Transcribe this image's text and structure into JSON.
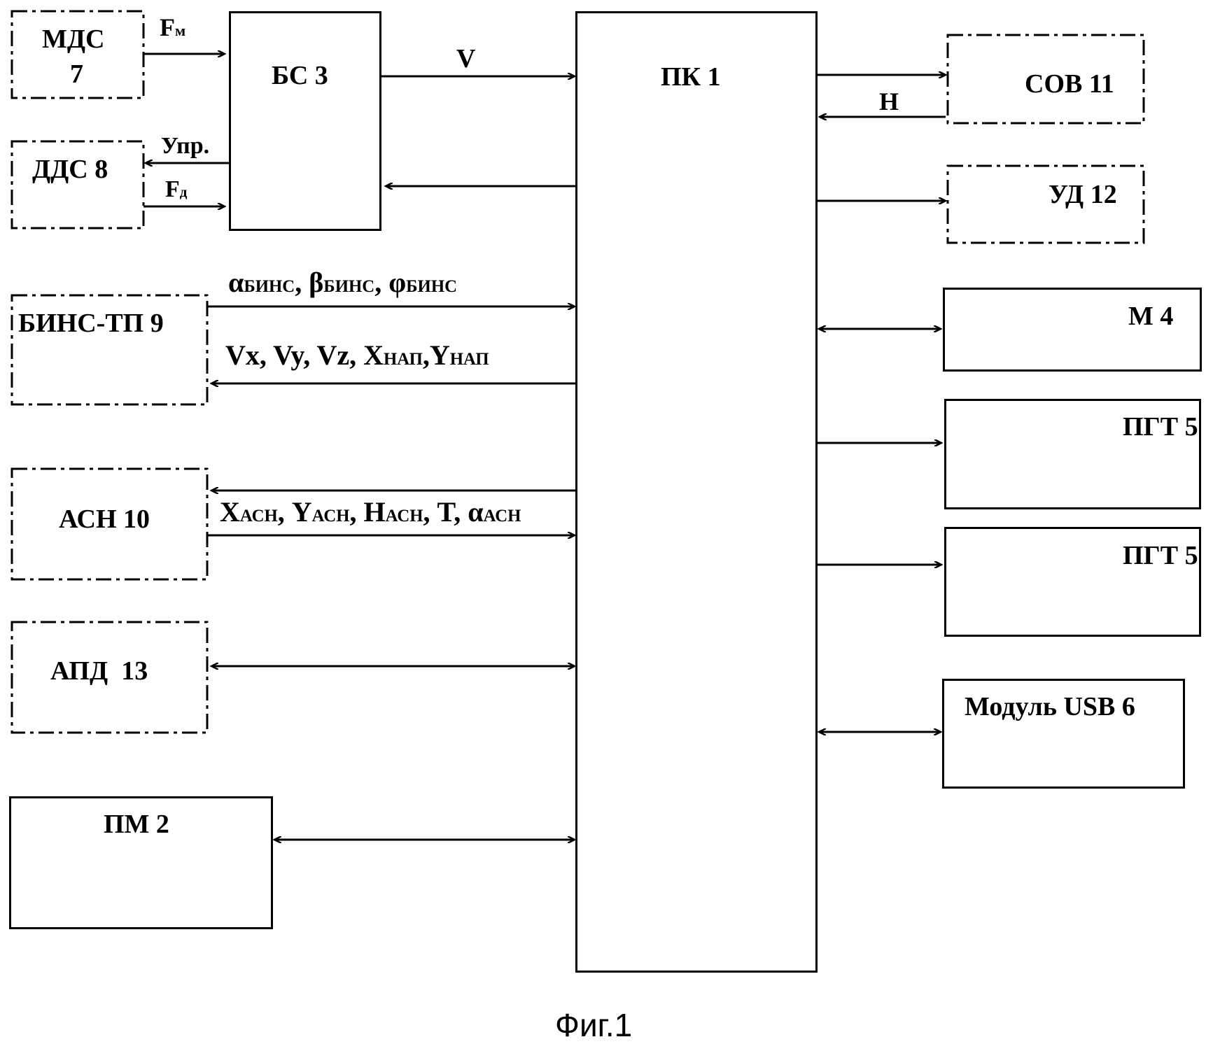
{
  "blocks": {
    "mds": {
      "line1": "МДС",
      "line2": "7"
    },
    "bs": "БС 3",
    "dds": "ДДС 8",
    "pk": "ПК 1",
    "sov": "СОВ 11",
    "ud": "УД 12",
    "bins": "БИНС-ТП 9",
    "m": "М 4",
    "pgt_a": "ПГТ 5",
    "pgt_b": "ПГТ 5",
    "asn": "АСН 10",
    "apd": "АПД  13",
    "usb": "Модуль USB 6",
    "pm": "ПМ 2"
  },
  "signals": {
    "fm": {
      "main": "F",
      "sub": "м"
    },
    "v": "V",
    "upr": "Упр.",
    "fd": {
      "main": "F",
      "sub": "д"
    },
    "h": "Н",
    "bins_angles": [
      {
        "main": "α",
        "sub": "БИНС"
      },
      {
        "main": "β",
        "sub": "БИНС"
      },
      {
        "main": "φ",
        "sub": "БИНС"
      }
    ],
    "nav": {
      "vx": "Vx",
      "vy": "Vy",
      "vz": "Vz",
      "xnap": {
        "main": "X",
        "sub": "НАП"
      },
      "ynap": {
        "main": "Y",
        "sub": "НАП"
      }
    },
    "asn_set": [
      {
        "main": "X",
        "sub": "АСН"
      },
      {
        "main": "Y",
        "sub": "АСН"
      },
      {
        "main": "H",
        "sub": "АСН"
      },
      {
        "main": "T",
        "sub": ""
      },
      {
        "main": "α",
        "sub": "АСН"
      }
    ]
  },
  "caption": "Фиг.1"
}
